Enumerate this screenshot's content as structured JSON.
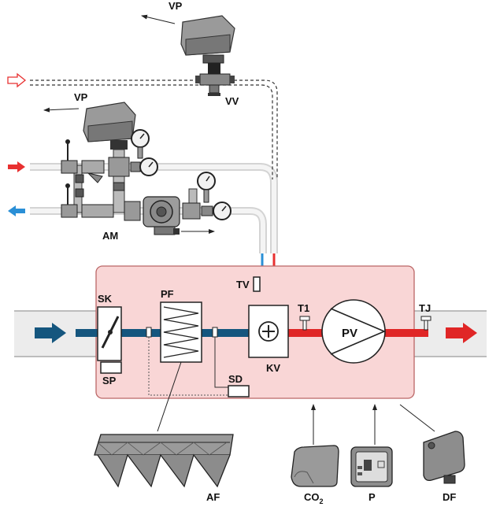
{
  "labels": {
    "vp_top": "VP",
    "vv": "VV",
    "vp_mid": "VP",
    "am": "AM",
    "tv": "TV",
    "sk": "SK",
    "pf": "PF",
    "t1": "T1",
    "pv": "PV",
    "tj": "TJ",
    "sp": "SP",
    "kv": "KV",
    "sd": "SD",
    "af": "AF",
    "co2": "CO",
    "co2_sub": "2",
    "p": "P",
    "df": "DF"
  },
  "colors": {
    "supply": "#e83030",
    "return": "#2a8fd6",
    "duct": "#e9e9e9",
    "unit_fill": "#f9d6d6",
    "unit_stroke": "#c06060",
    "air_blue": "#15567e",
    "air_red": "#e02626"
  },
  "icons": [
    "actuator-icon",
    "valve-icon",
    "pressure-gauge-icon",
    "pump-icon",
    "damper-icon",
    "filter-icon",
    "heat-exchanger-icon",
    "fan-icon",
    "co2-sensor-icon",
    "controller-panel-icon",
    "pressure-switch-icon"
  ]
}
